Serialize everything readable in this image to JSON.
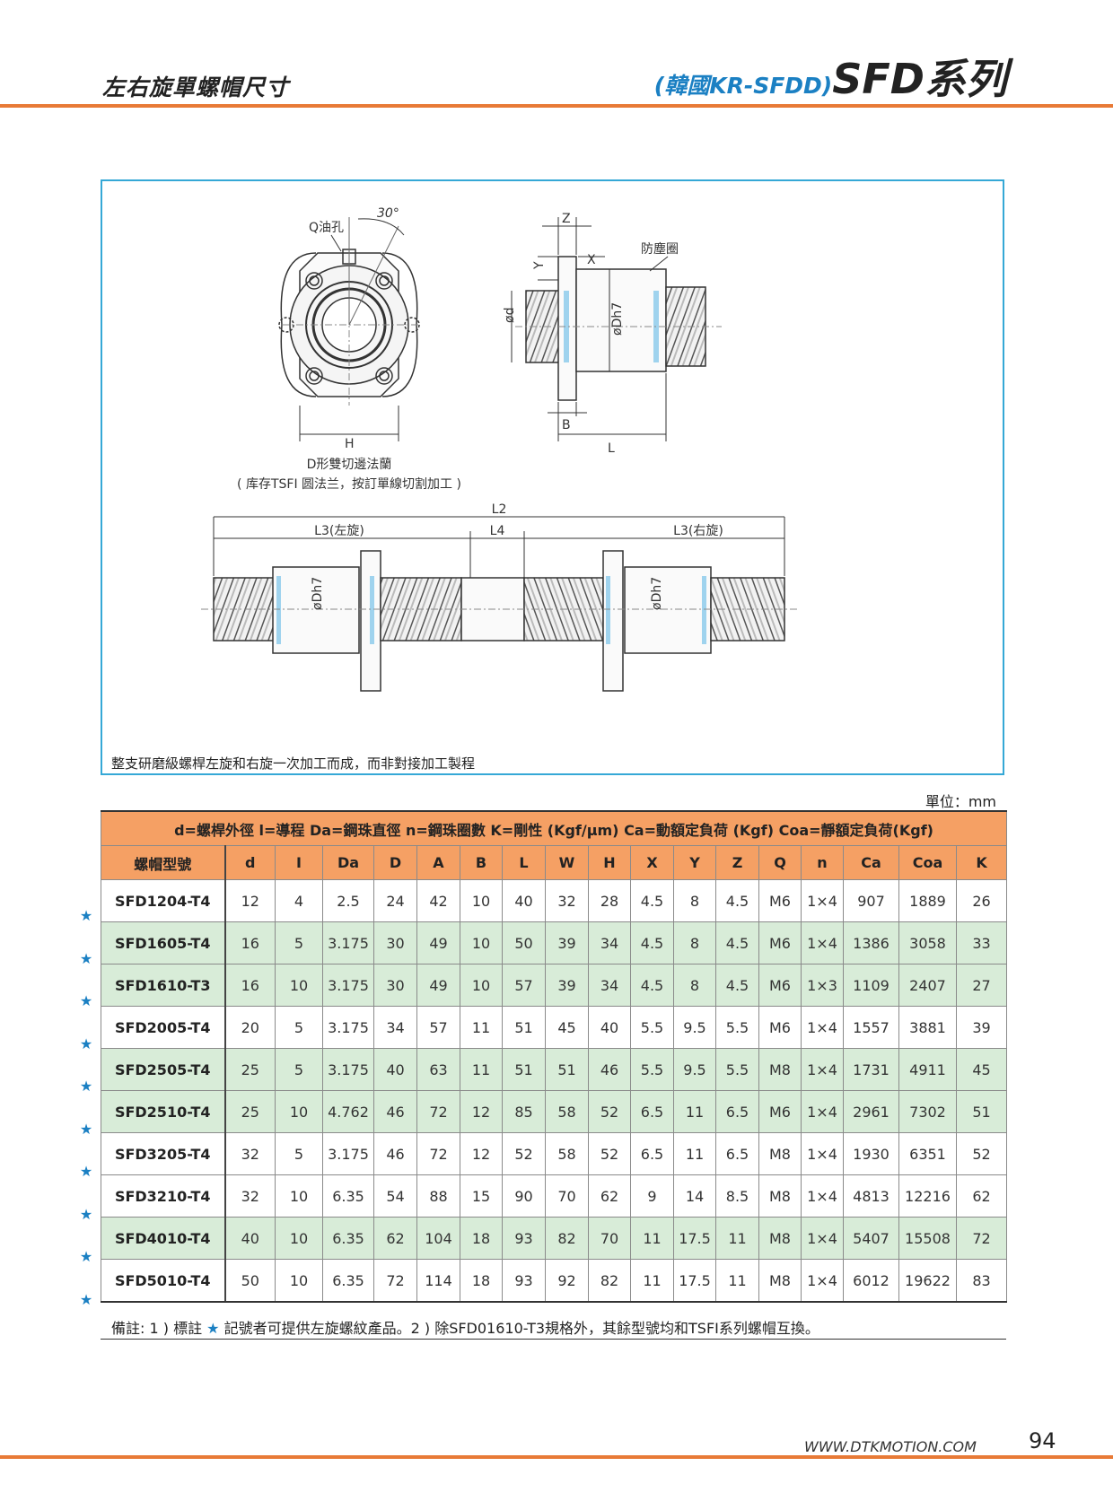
{
  "header": {
    "left_title": "左右旋單螺帽尺寸",
    "right_subtitle": "(韓國KR-SFDD)",
    "right_title": "SFD系列"
  },
  "diagram": {
    "front_view": {
      "oil_hole": "Q油孔",
      "angle": "30°",
      "h_dim": "H",
      "caption_1": "D形雙切邊法蘭",
      "caption_2": "( 库存TSFI 圆法兰，按訂單線切割加工 )"
    },
    "side_view": {
      "z": "Z",
      "y": "Y",
      "x": "X",
      "dust_seal": "防塵圈",
      "d_label": "ød",
      "dh7": "øDh7",
      "b": "B",
      "l": "L"
    },
    "assembly": {
      "l2": "L2",
      "l3_left": "L3(左旋)",
      "l4": "L4",
      "l3_right": "L3(右旋)",
      "dh7_left": "øDh7",
      "dh7_right": "øDh7"
    },
    "note": "整支研磨級螺桿左旋和右旋一次加工而成，而非對接加工製程"
  },
  "unit_label": "單位：mm",
  "table": {
    "legend": "d=螺桿外徑  l=導程  Da=鋼珠直徑  n=鋼珠圈數  K=剛性 (Kgf/μm)  Ca=動額定負荷 (Kgf)  Coa=靜額定負荷(Kgf)",
    "headers": [
      "螺帽型號",
      "d",
      "I",
      "Da",
      "D",
      "A",
      "B",
      "L",
      "W",
      "H",
      "X",
      "Y",
      "Z",
      "Q",
      "n",
      "Ca",
      "Coa",
      "K"
    ],
    "rows": [
      [
        "SFD1204-T4",
        "12",
        "4",
        "2.5",
        "24",
        "42",
        "10",
        "40",
        "32",
        "28",
        "4.5",
        "8",
        "4.5",
        "M6",
        "1×4",
        "907",
        "1889",
        "26"
      ],
      [
        "SFD1605-T4",
        "16",
        "5",
        "3.175",
        "30",
        "49",
        "10",
        "50",
        "39",
        "34",
        "4.5",
        "8",
        "4.5",
        "M6",
        "1×4",
        "1386",
        "3058",
        "33"
      ],
      [
        "SFD1610-T3",
        "16",
        "10",
        "3.175",
        "30",
        "49",
        "10",
        "57",
        "39",
        "34",
        "4.5",
        "8",
        "4.5",
        "M6",
        "1×3",
        "1109",
        "2407",
        "27"
      ],
      [
        "SFD2005-T4",
        "20",
        "5",
        "3.175",
        "34",
        "57",
        "11",
        "51",
        "45",
        "40",
        "5.5",
        "9.5",
        "5.5",
        "M6",
        "1×4",
        "1557",
        "3881",
        "39"
      ],
      [
        "SFD2505-T4",
        "25",
        "5",
        "3.175",
        "40",
        "63",
        "11",
        "51",
        "51",
        "46",
        "5.5",
        "9.5",
        "5.5",
        "M8",
        "1×4",
        "1731",
        "4911",
        "45"
      ],
      [
        "SFD2510-T4",
        "25",
        "10",
        "4.762",
        "46",
        "72",
        "12",
        "85",
        "58",
        "52",
        "6.5",
        "11",
        "6.5",
        "M6",
        "1×4",
        "2961",
        "7302",
        "51"
      ],
      [
        "SFD3205-T4",
        "32",
        "5",
        "3.175",
        "46",
        "72",
        "12",
        "52",
        "58",
        "52",
        "6.5",
        "11",
        "6.5",
        "M8",
        "1×4",
        "1930",
        "6351",
        "52"
      ],
      [
        "SFD3210-T4",
        "32",
        "10",
        "6.35",
        "54",
        "88",
        "15",
        "90",
        "70",
        "62",
        "9",
        "14",
        "8.5",
        "M8",
        "1×4",
        "4813",
        "12216",
        "62"
      ],
      [
        "SFD4010-T4",
        "40",
        "10",
        "6.35",
        "62",
        "104",
        "18",
        "93",
        "82",
        "70",
        "11",
        "17.5",
        "11",
        "M8",
        "1×4",
        "5407",
        "15508",
        "72"
      ],
      [
        "SFD5010-T4",
        "50",
        "10",
        "6.35",
        "72",
        "114",
        "18",
        "93",
        "92",
        "82",
        "11",
        "17.5",
        "11",
        "M8",
        "1×4",
        "6012",
        "19622",
        "83"
      ]
    ],
    "shaded_rows": [
      1,
      2,
      4,
      5,
      8
    ],
    "star": "★"
  },
  "footnote": {
    "prefix": "備註: 1 ) 標註 ",
    "star": "★",
    "suffix": " 記號者可提供左旋螺紋產品。2 ) 除SFD01610-T3規格外，其餘型號均和TSFI系列螺帽互換。"
  },
  "footer": {
    "url": "WWW.DTKMOTION.COM",
    "page": "94"
  },
  "colors": {
    "accent_orange": "#e87a36",
    "table_header": "#f5a064",
    "shade_green": "#d8ecd8",
    "brand_blue": "#1b80c3",
    "frame_blue": "#35a8d6"
  }
}
